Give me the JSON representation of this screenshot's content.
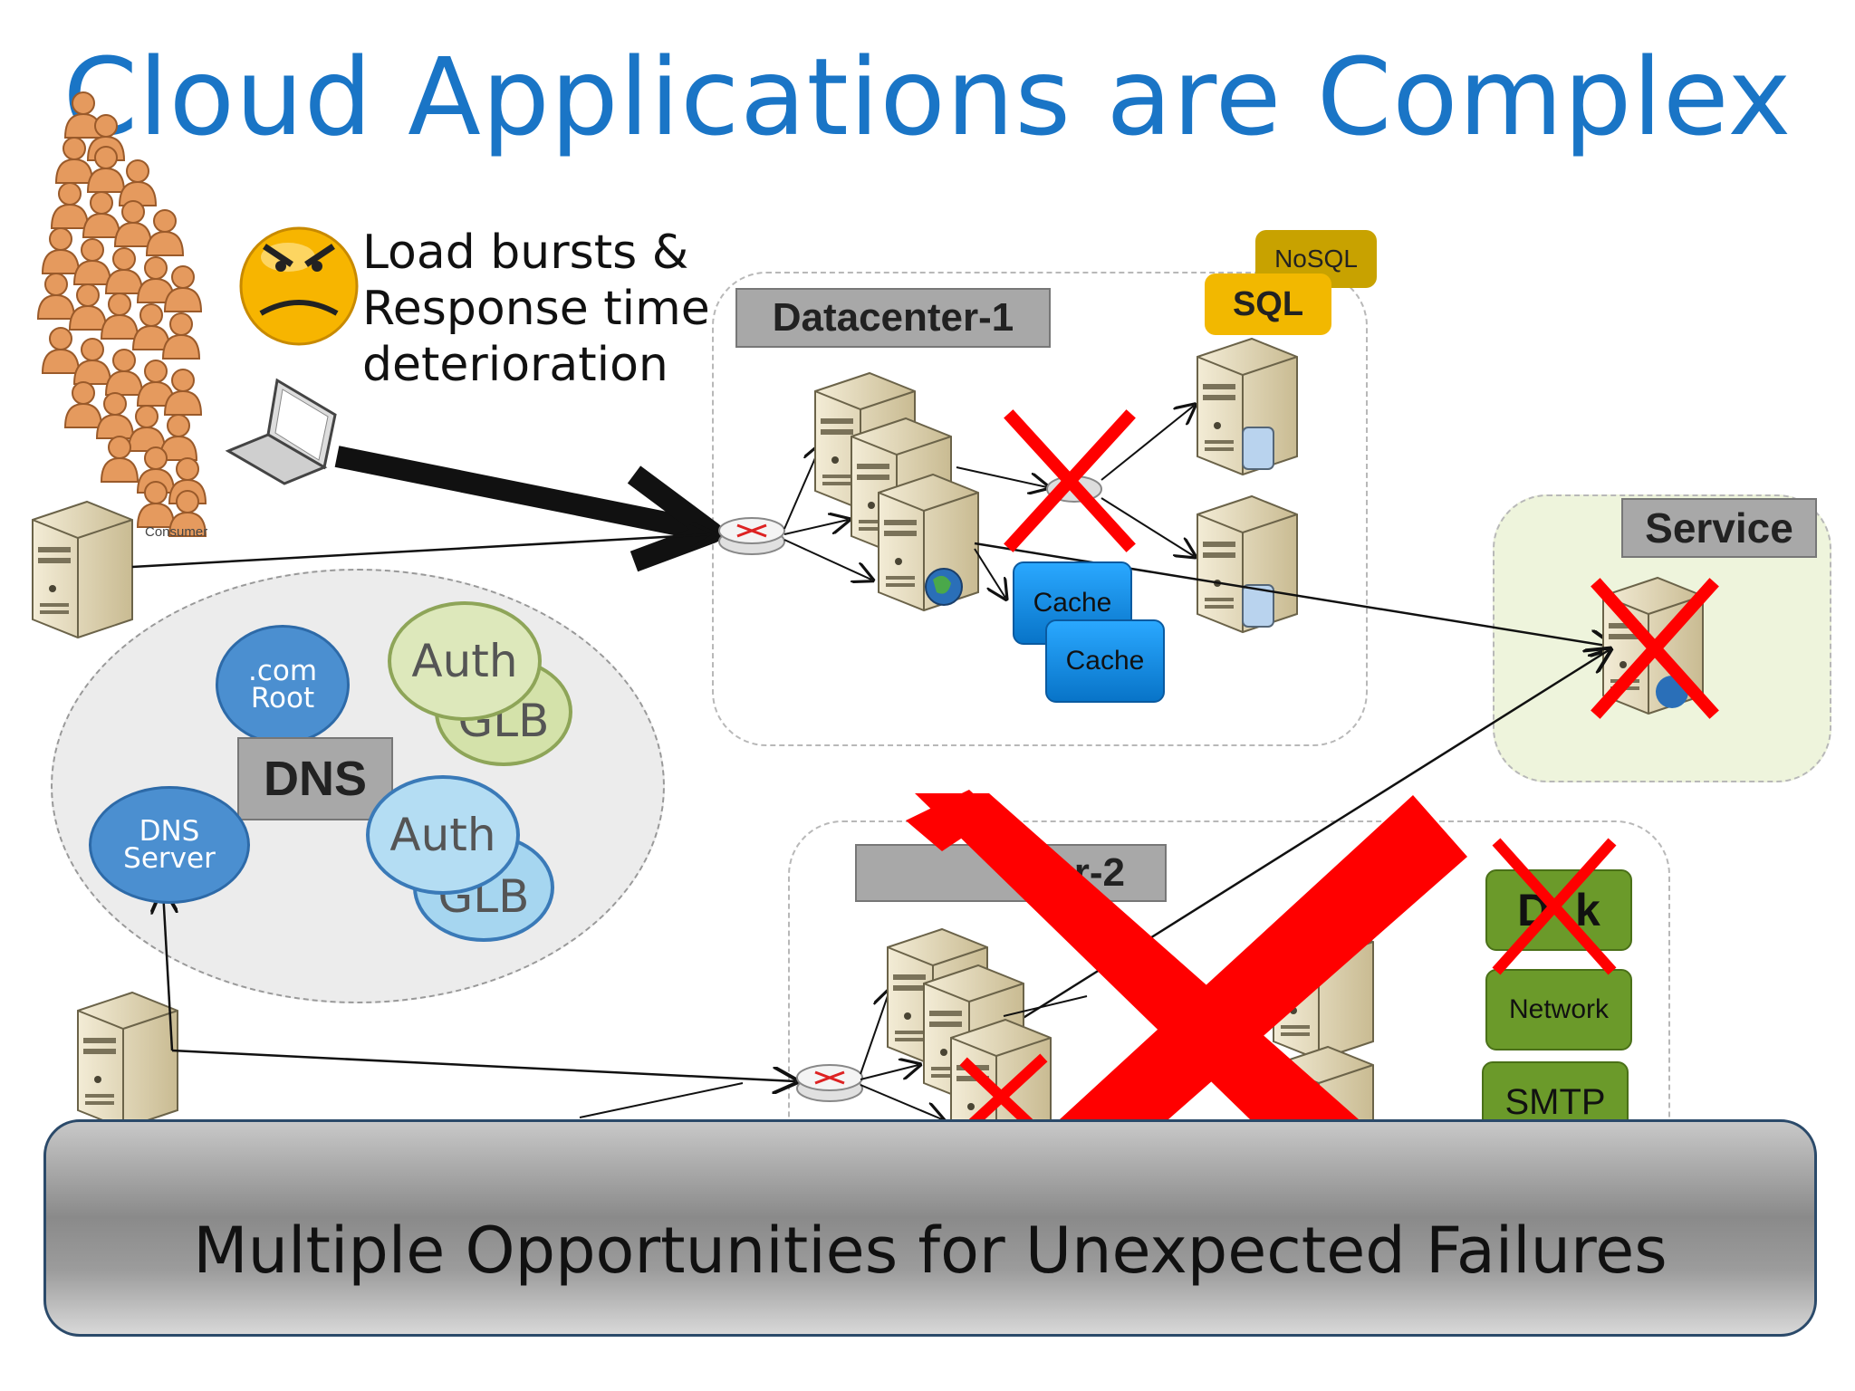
{
  "title": "Cloud Applications are Complex",
  "load_text": [
    "Load bursts &",
    "Response time",
    "deterioration"
  ],
  "crowd_label": "Consumer",
  "datacenter1": {
    "label": "Datacenter-1"
  },
  "datacenter2": {
    "label": "ter-2"
  },
  "service": {
    "label": "Service"
  },
  "db_tags": {
    "nosql": "NoSQL",
    "sql": "SQL"
  },
  "caches": [
    "Cache",
    "Cache"
  ],
  "dns": {
    "label": "DNS",
    "root": ".com\nRoot",
    "server": "DNS\nServer",
    "auth_green": "Auth",
    "glb_green": "GLB",
    "auth_blue": "Auth",
    "glb_blue": "GLB"
  },
  "dc2_services": {
    "disk": "D  k",
    "network": "Network",
    "smtp": "SMTP"
  },
  "banner": "Multiple Opportunities for Unexpected Failures",
  "colors": {
    "title": "#1a75c6",
    "failure_x": "#ff0000",
    "cache": "#0a86d8",
    "sql": "#f2b800",
    "nosql": "#c8a200",
    "green_service": "#6b9a2a",
    "dns_blue": "#4b8fd0"
  }
}
